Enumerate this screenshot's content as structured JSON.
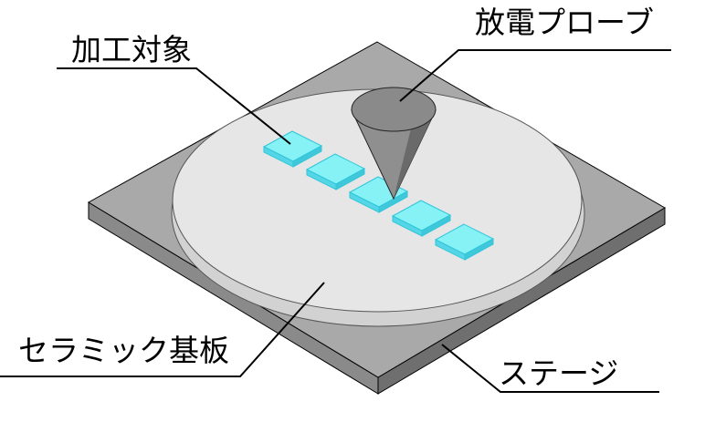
{
  "labels": {
    "target": "加工対象",
    "probe": "放電プローブ",
    "substrate": "セラミック基板",
    "stage": "ステージ"
  },
  "colors": {
    "stage_top": "#a8a8a8",
    "stage_front": "#8c8c8c",
    "stage_side": "#6e6e6e",
    "substrate_top": "#e6e6e6",
    "substrate_edge": "#cfcfcf",
    "target_fill": "#7ff3f6",
    "target_edge": "#35cde0",
    "probe_fill": "#8f8f8f",
    "line": "#000000"
  },
  "icons": {
    "probe": "cone-probe-icon",
    "target": "square-pad-icon"
  }
}
